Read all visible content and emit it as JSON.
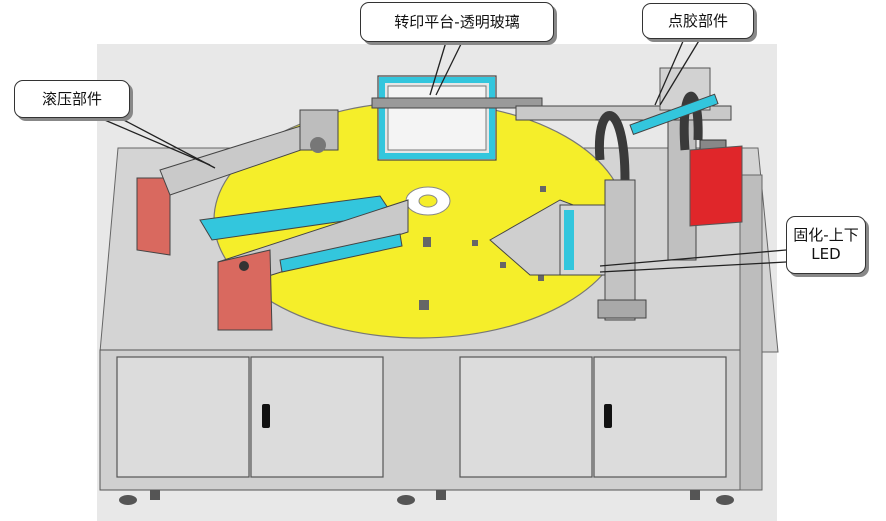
{
  "labels": {
    "rolling_unit": "滚压部件",
    "transfer_platform": "转印平台-透明玻璃",
    "dispensing_unit": "点胶部件",
    "curing_led": "固化-上下 LED"
  },
  "colors": {
    "turntable": "#f5ee2a",
    "cabinet": "#d9d9d9",
    "cabinet_dark": "#b8b8b8",
    "red_panel": "#d9695f",
    "red_block": "#e0262a",
    "cyan_rail": "#33c6dd",
    "frame_grey": "#c9c9c9",
    "dark_hose": "#3a3a3a",
    "outline": "#555555"
  }
}
